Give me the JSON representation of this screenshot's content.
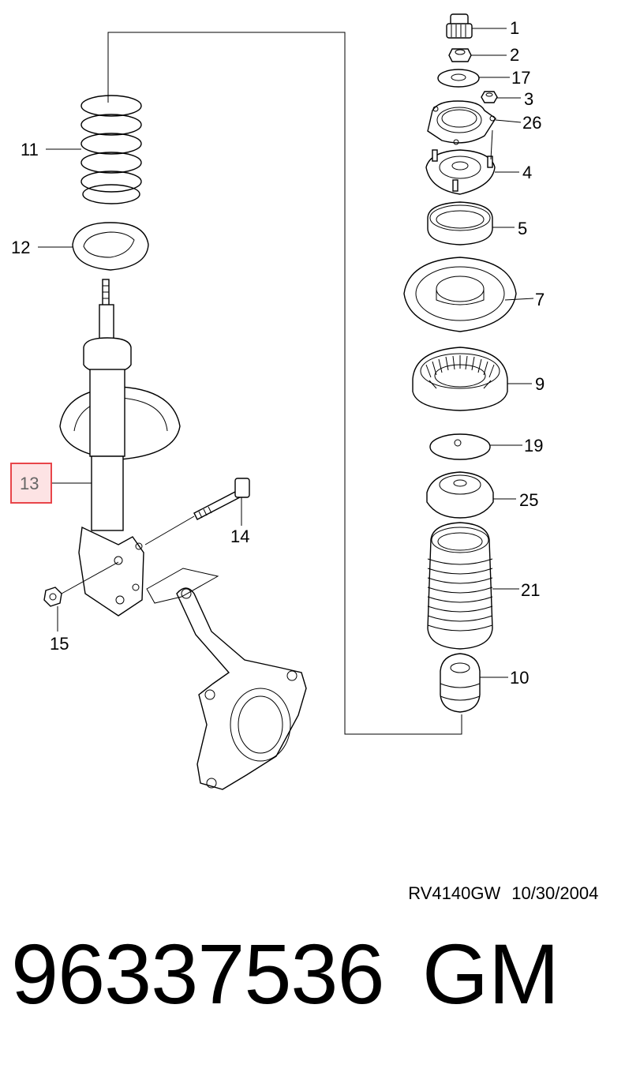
{
  "callouts": {
    "c1": "1",
    "c2": "2",
    "c17": "17",
    "c3": "3",
    "c26": "26",
    "c4": "4",
    "c5": "5",
    "c7": "7",
    "c9": "9",
    "c19": "19",
    "c25": "25",
    "c21": "21",
    "c10": "10",
    "c11": "11",
    "c12": "12",
    "c13": "13",
    "c14": "14",
    "c15": "15"
  },
  "reference": {
    "code": "RV4140GW",
    "date": "10/30/2004"
  },
  "footer": {
    "part_number": "96337536",
    "brand": "GM"
  },
  "colors": {
    "highlight_border": "#e8454a",
    "highlight_fill": "#fde3e4"
  }
}
